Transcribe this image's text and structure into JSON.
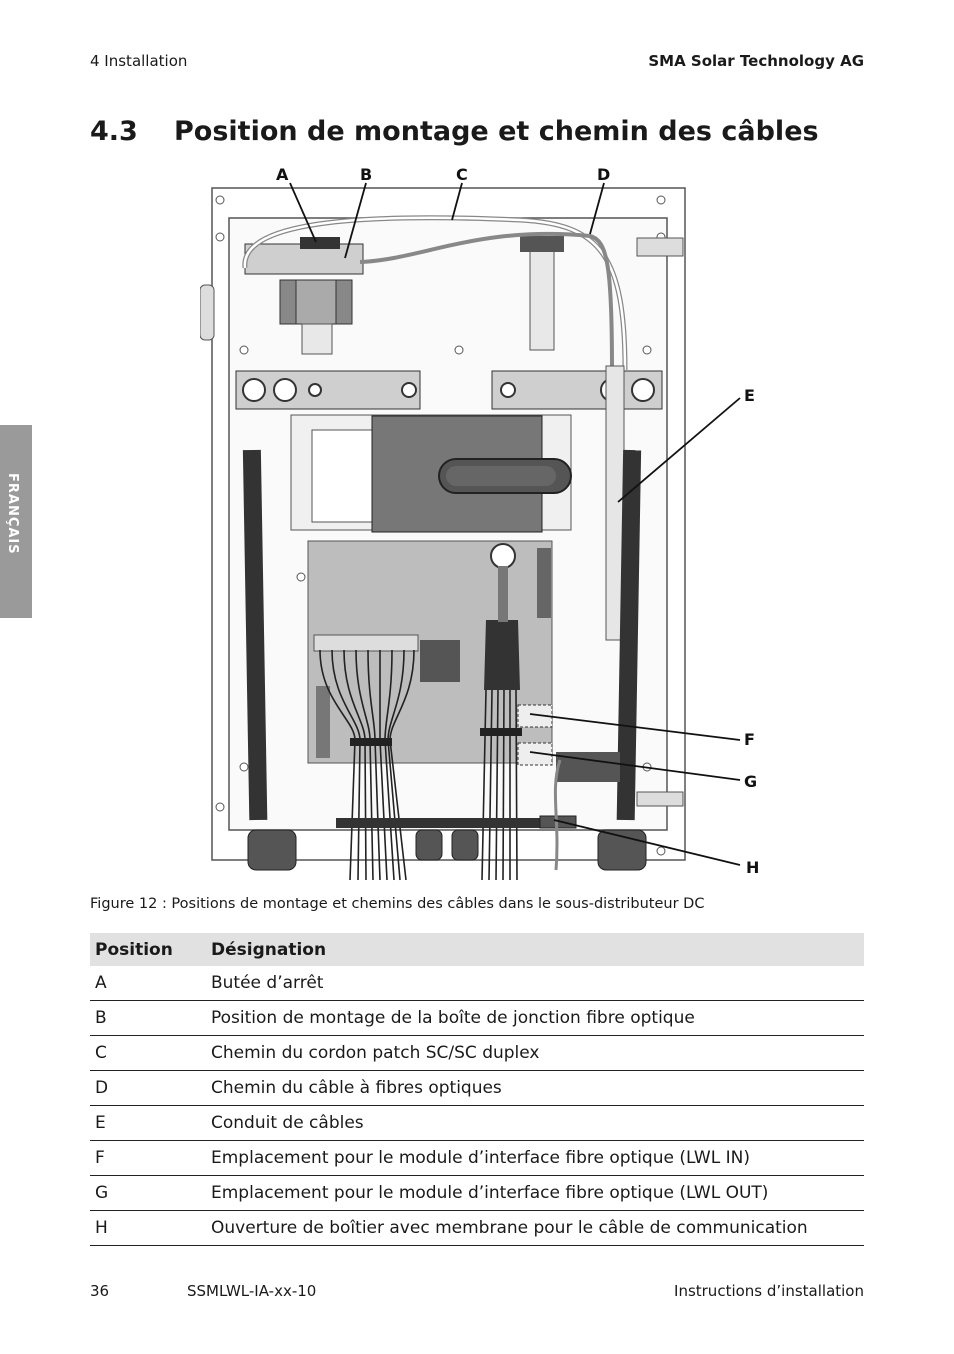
{
  "header": {
    "section": "4  Installation",
    "company": "SMA Solar Technology AG"
  },
  "side_tab": "FRANÇAIS",
  "title": {
    "number": "4.3",
    "text": "Position de montage et chemin des câbles"
  },
  "figure": {
    "callouts": [
      "A",
      "B",
      "C",
      "D",
      "E",
      "F",
      "G",
      "H"
    ],
    "caption": "Figure 12 : Positions de montage et chemins des câbles dans le sous-distributeur DC"
  },
  "legend": {
    "headers": [
      "Position",
      "Désignation"
    ],
    "rows": [
      [
        "A",
        "Butée d’arrêt"
      ],
      [
        "B",
        "Position de montage de la boîte de jonction fibre optique"
      ],
      [
        "C",
        "Chemin du cordon patch SC/SC duplex"
      ],
      [
        "D",
        "Chemin du câble à fibres optiques"
      ],
      [
        "E",
        "Conduit de câbles"
      ],
      [
        "F",
        "Emplacement pour le module d’interface fibre optique (LWL IN)"
      ],
      [
        "G",
        "Emplacement pour le module d’interface fibre optique (LWL OUT)"
      ],
      [
        "H",
        "Ouverture de boîtier avec membrane pour le câble de communication"
      ]
    ]
  },
  "footer": {
    "page": "36",
    "code": "SSMLWL-IA-xx-10",
    "doc": "Instructions d’installation"
  }
}
